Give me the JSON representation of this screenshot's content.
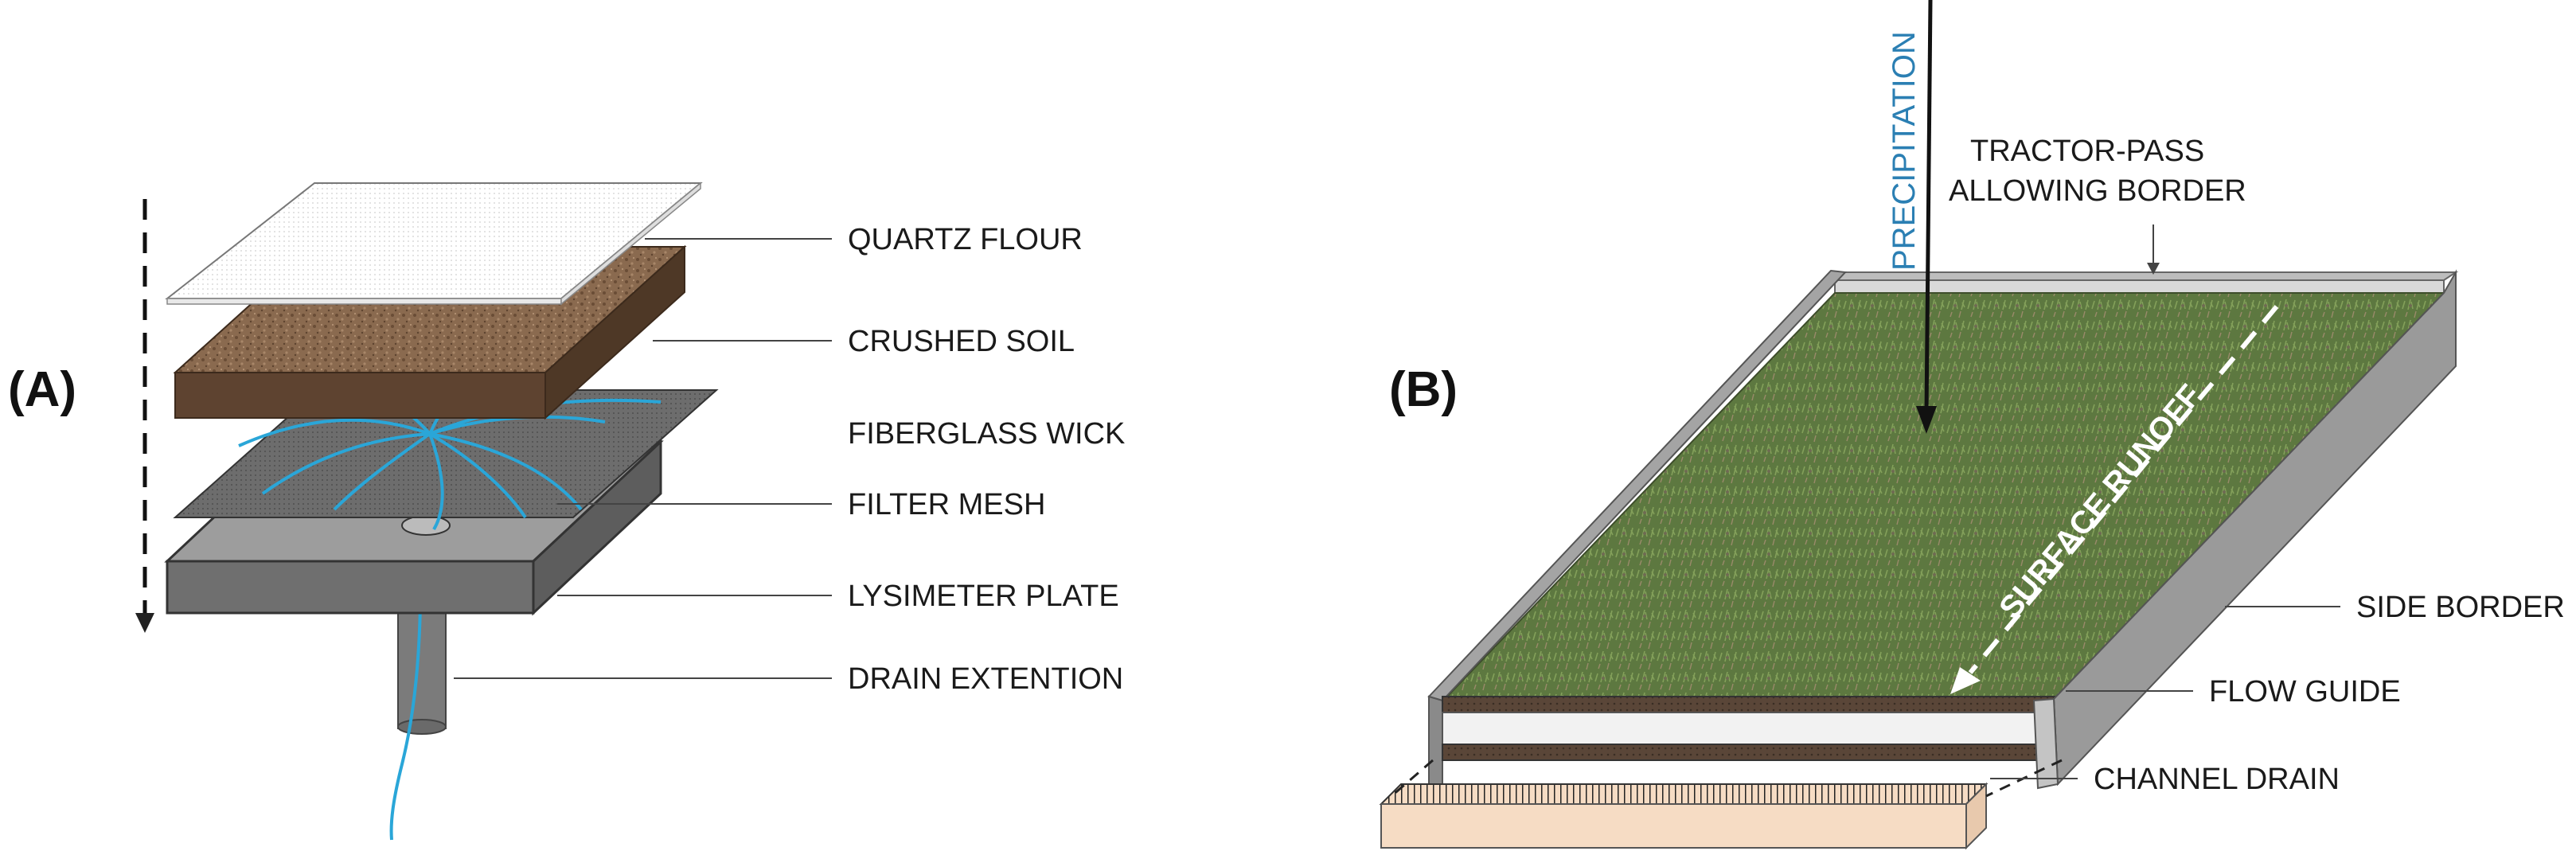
{
  "panel_a": {
    "label": "(A)",
    "layers": {
      "quartz_flour": "QUARTZ FLOUR",
      "crushed_soil": "CRUSHED SOIL",
      "fiberglass_wick": "FIBERGLASS WICK",
      "filter_mesh": "FILTER MESH",
      "lysimeter_plate": "LYSIMETER PLATE",
      "drain_extension": "DRAIN EXTENTION"
    }
  },
  "panel_b": {
    "label": "(B)",
    "precipitation": "PRECIPITATION",
    "tractor_pass_border_line1": "TRACTOR-PASS",
    "tractor_pass_border_line2": "ALLOWING BORDER",
    "surface_runoff": "SURFACE RUNOFF",
    "side_border": "SIDE BORDER",
    "flow_guide": "FLOW GUIDE",
    "channel_drain": "CHANNEL DRAIN"
  },
  "colors": {
    "precipitation_text": "#2b7fb3",
    "wick": "#2aa6d8",
    "soil": "#7a5a40",
    "grass": "#5f7a3c",
    "metal": "#8c8c8c",
    "channel_drain": "#f6dcc4"
  }
}
